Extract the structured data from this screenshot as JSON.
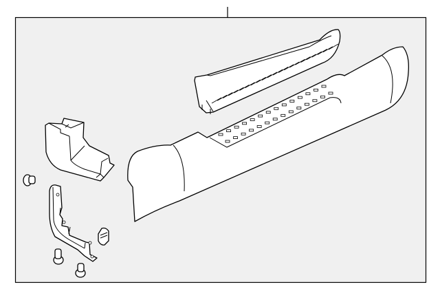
{
  "diagram": {
    "type": "exploded-parts-diagram",
    "background_color": "#f0f0f0",
    "line_color": "#000000",
    "parts": [
      {
        "name": "step-pad"
      },
      {
        "name": "step-bar"
      },
      {
        "name": "end-cap"
      },
      {
        "name": "mounting-bracket"
      },
      {
        "name": "bolt"
      },
      {
        "name": "nut"
      }
    ]
  }
}
